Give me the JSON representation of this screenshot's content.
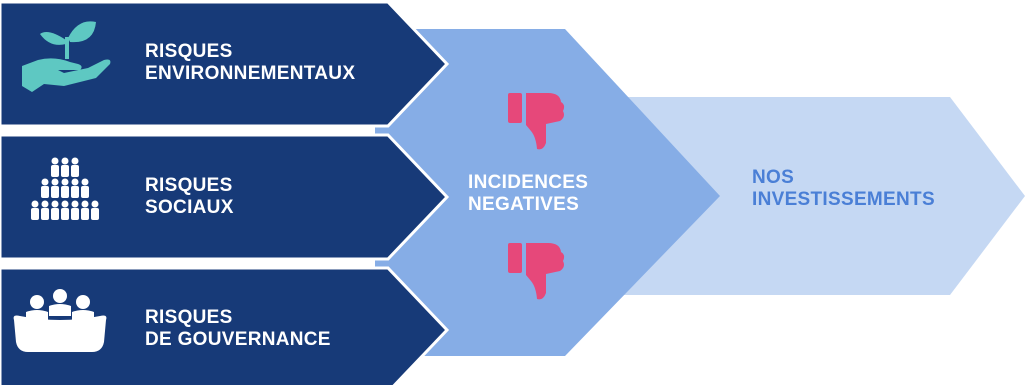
{
  "colors": {
    "navy": "#173a78",
    "mid_blue": "#86ade6",
    "light_blue": "#c5d8f3",
    "teal": "#5ec8c2",
    "pink": "#e6487a",
    "white": "#ffffff"
  },
  "risks": [
    {
      "icon": "plant-in-hand-icon",
      "line1": "RISQUES",
      "line2": "ENVIRONNEMENTAUX"
    },
    {
      "icon": "people-pyramid-icon",
      "line1": "RISQUES",
      "line2": "SOCIAUX"
    },
    {
      "icon": "meeting-table-icon",
      "line1": "RISQUES",
      "line2": "DE GOUVERNANCE"
    }
  ],
  "incidences": {
    "line1": "INCIDENCES",
    "line2": "NEGATIVES",
    "icon": "thumbs-down-icon"
  },
  "investments": {
    "line1": "NOS",
    "line2": "INVESTISSEMENTS"
  }
}
